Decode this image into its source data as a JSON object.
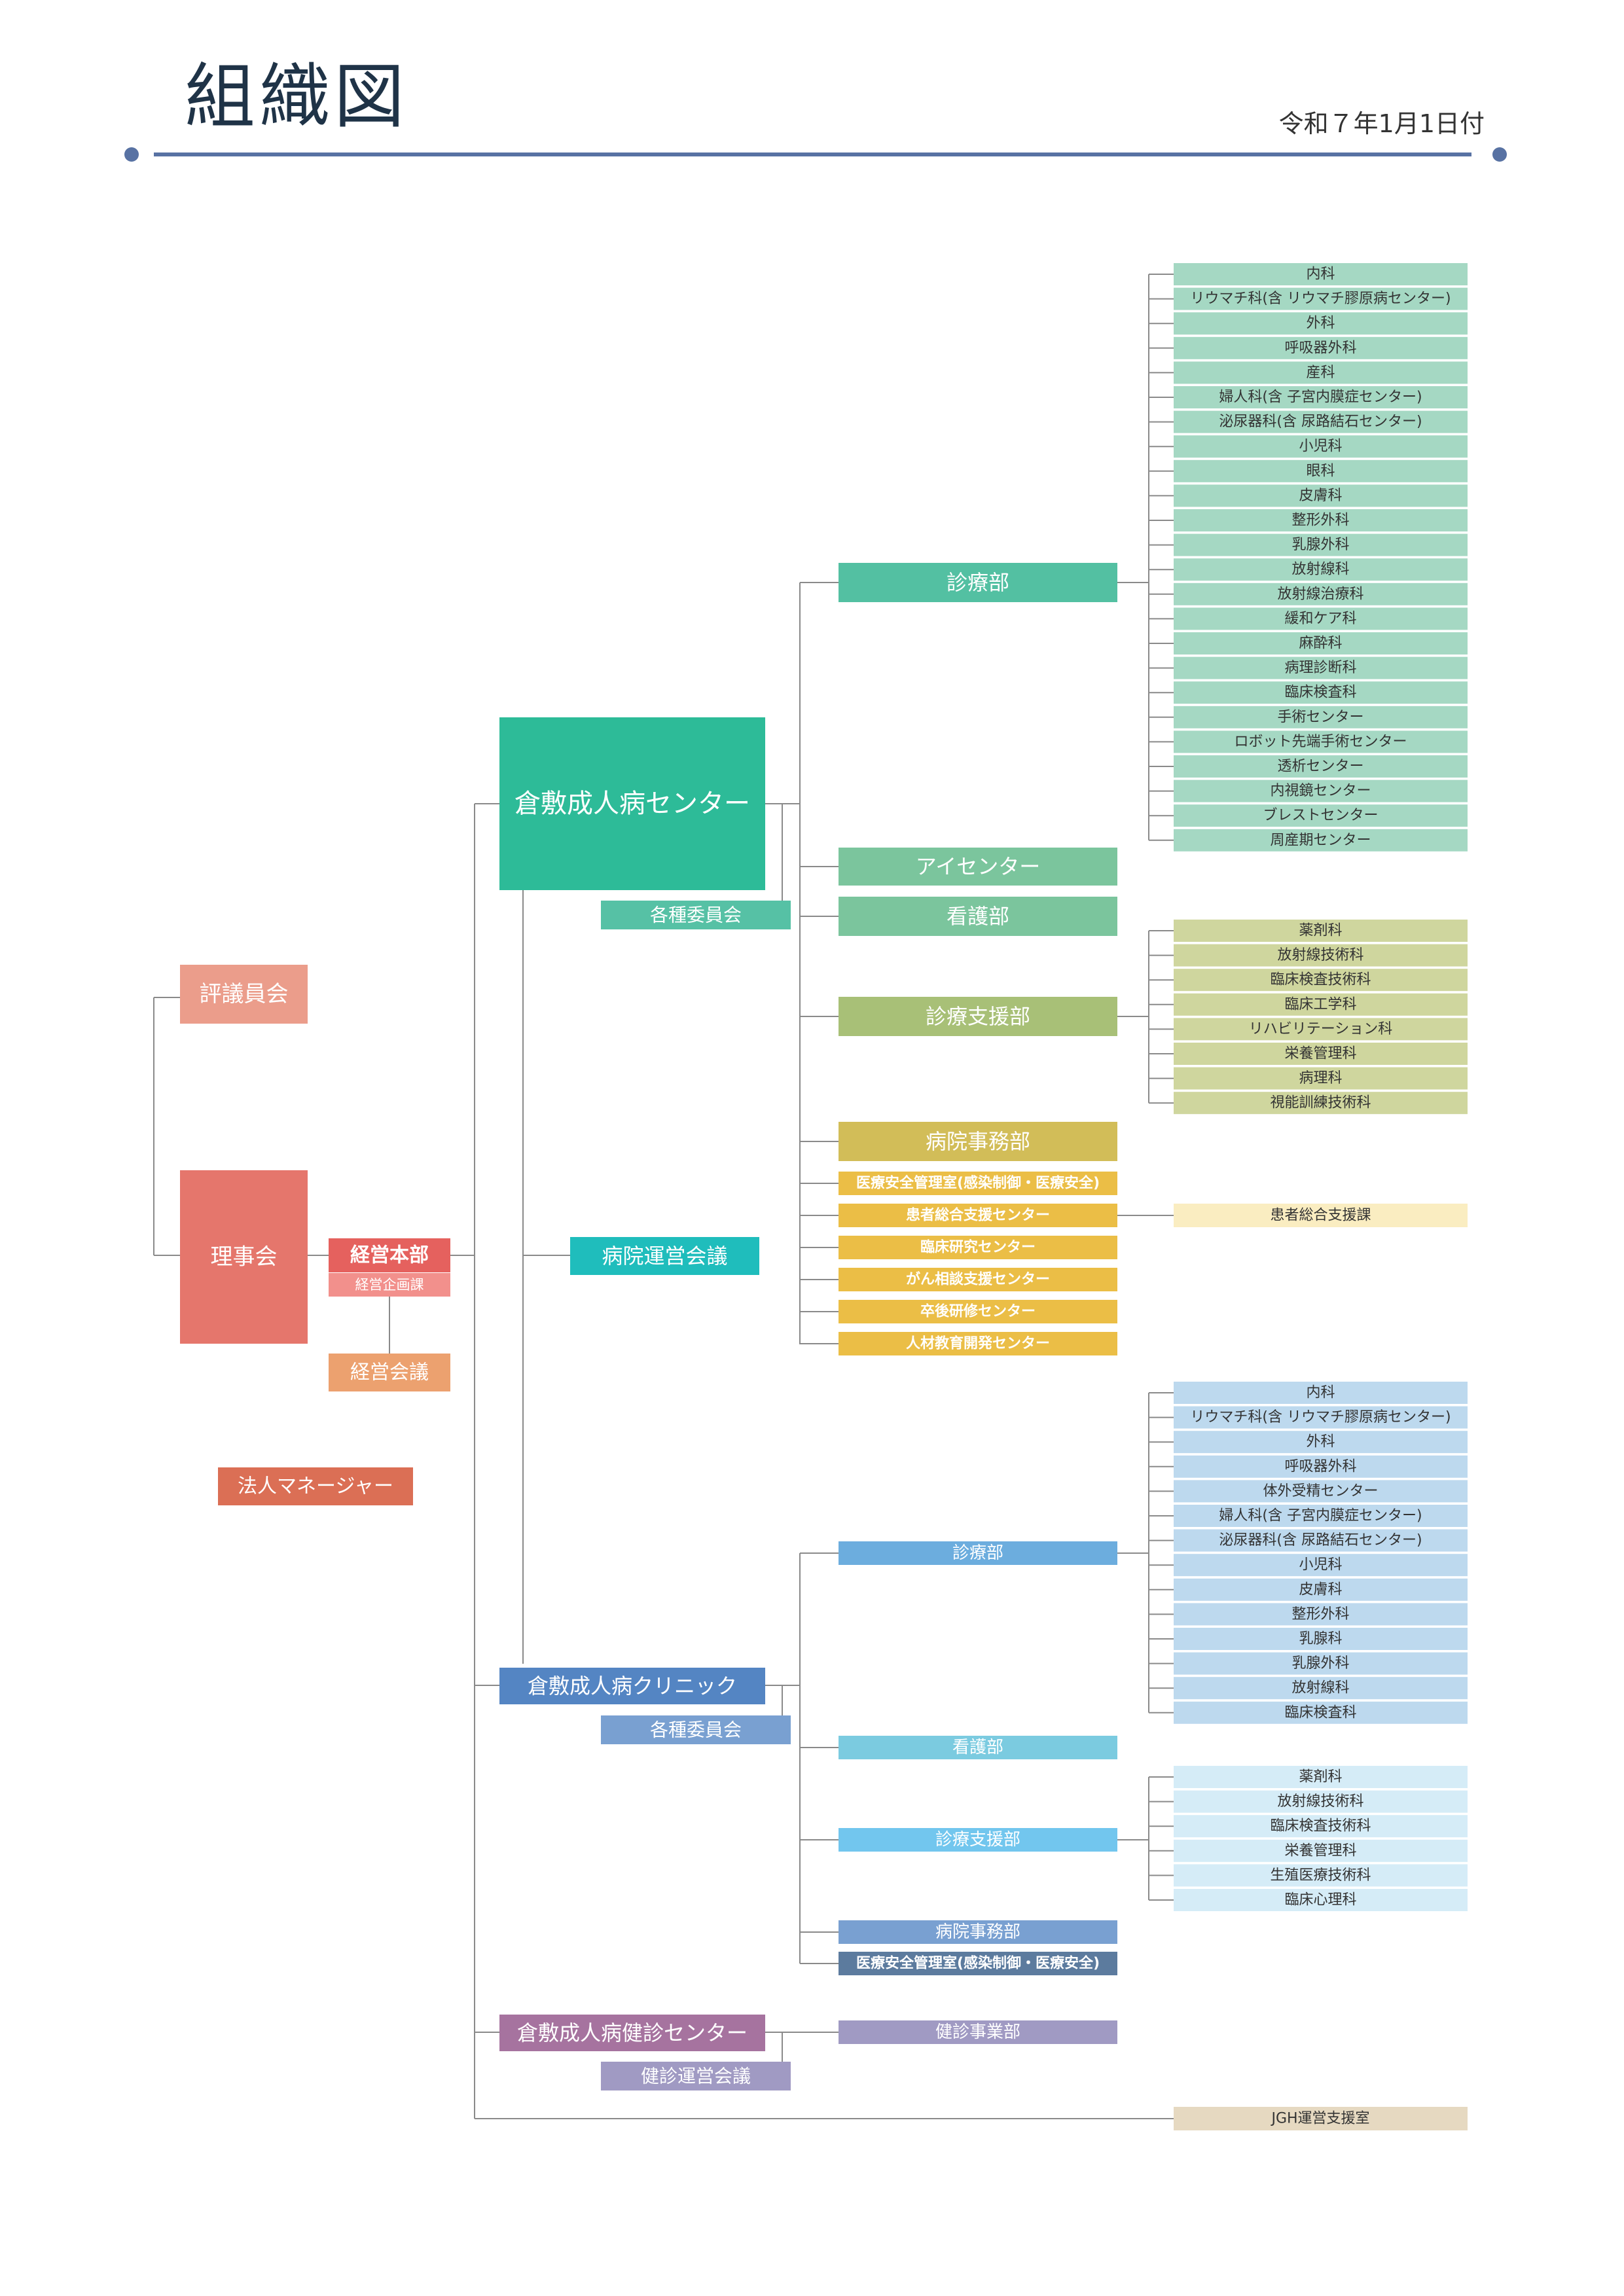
{
  "header": {
    "title": "組織図",
    "date": "令和７年1月1日付"
  },
  "colors": {
    "line": "#8a8a8a",
    "rule": "#5872a3",
    "teal": "#2dbb98",
    "teal_mid": "#53c0a2",
    "teal_soft": "#7bc59d",
    "teal_pale": "#a5d8c3",
    "committee": "#56c1a5",
    "olive": "#a8c077",
    "olive_pale": "#cfd69e",
    "mustard": "#d2bd58",
    "amber": "#ebbe46",
    "cream": "#faedc1",
    "cyan": "#1fbdbc",
    "blue": "#5485c3",
    "blue_mid": "#6cadde",
    "blue_soft": "#79a0d1",
    "blue_pale": "#bdd9ee",
    "sky": "#7bcbe0",
    "sky_bright": "#72c6ee",
    "sky_pale": "#d5ecf7",
    "slate": "#5c7b9e",
    "purple": "#a6739f",
    "lavender": "#a09ac3",
    "beige": "#e6d9c1",
    "salmon": "#eb9d8b",
    "coral": "#e5766c",
    "red": "#e5615e",
    "pink": "#f2908c",
    "orange": "#eca16f",
    "brick": "#db6f55"
  },
  "left": {
    "hyogiin": "評議員会",
    "rijikai": "理事会",
    "keiei_honbu": "経営本部",
    "keiei_kikaku": "経営企画課",
    "keiei_kaigi": "経営会議",
    "manager": "法人マネージャー"
  },
  "center": {
    "name": "倉敷成人病センター",
    "committee": "各種委員会",
    "unei_kaigi": "病院運営会議",
    "shinryo": "診療部",
    "eye": "アイセンター",
    "kango": "看護部",
    "shien": "診療支援部",
    "jimu": "病院事務部",
    "jimu_sub": [
      "医療安全管理室(感染制御・医療安全)",
      "患者総合支援センター",
      "臨床研究センター",
      "がん相談支援センター",
      "卒後研修センター",
      "人材教育開発センター"
    ],
    "patient_support_section": "患者総合支援課",
    "shinryo_depts": [
      "内科",
      "リウマチ科(含 リウマチ膠原病センター)",
      "外科",
      "呼吸器外科",
      "産科",
      "婦人科(含 子宮内膜症センター)",
      "泌尿器科(含 尿路結石センター)",
      "小児科",
      "眼科",
      "皮膚科",
      "整形外科",
      "乳腺外科",
      "放射線科",
      "放射線治療科",
      "緩和ケア科",
      "麻酔科",
      "病理診断科",
      "臨床検査科",
      "手術センター",
      "ロボット先端手術センター",
      "透析センター",
      "内視鏡センター",
      "ブレストセンター",
      "周産期センター"
    ],
    "shien_depts": [
      "薬剤科",
      "放射線技術科",
      "臨床検査技術科",
      "臨床工学科",
      "リハビリテーション科",
      "栄養管理科",
      "病理科",
      "視能訓練技術科"
    ]
  },
  "clinic": {
    "name": "倉敷成人病クリニック",
    "committee": "各種委員会",
    "shinryo": "診療部",
    "kango": "看護部",
    "shien": "診療支援部",
    "jimu": "病院事務部",
    "anzen": "医療安全管理室(感染制御・医療安全)",
    "shinryo_depts": [
      "内科",
      "リウマチ科(含 リウマチ膠原病センター)",
      "外科",
      "呼吸器外科",
      "体外受精センター",
      "婦人科(含 子宮内膜症センター)",
      "泌尿器科(含 尿路結石センター)",
      "小児科",
      "皮膚科",
      "整形外科",
      "乳腺科",
      "乳腺外科",
      "放射線科",
      "臨床検査科"
    ],
    "shien_depts": [
      "薬剤科",
      "放射線技術科",
      "臨床検査技術科",
      "栄養管理科",
      "生殖医療技術科",
      "臨床心理科"
    ]
  },
  "kenshin": {
    "name": "倉敷成人病健診センター",
    "unei_kaigi": "健診運営会議",
    "jigyo": "健診事業部"
  },
  "jgh": "JGH運営支援室"
}
